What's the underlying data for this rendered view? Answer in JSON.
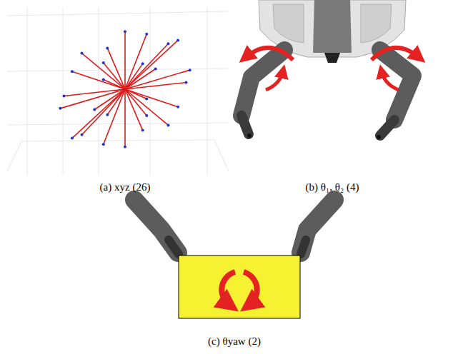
{
  "diagram": {
    "labels": [
      "(a) xyz (26)",
      "(b) θ₁, θ₂ (4)",
      "(c) θyaw (2)"
    ]
  }
}
